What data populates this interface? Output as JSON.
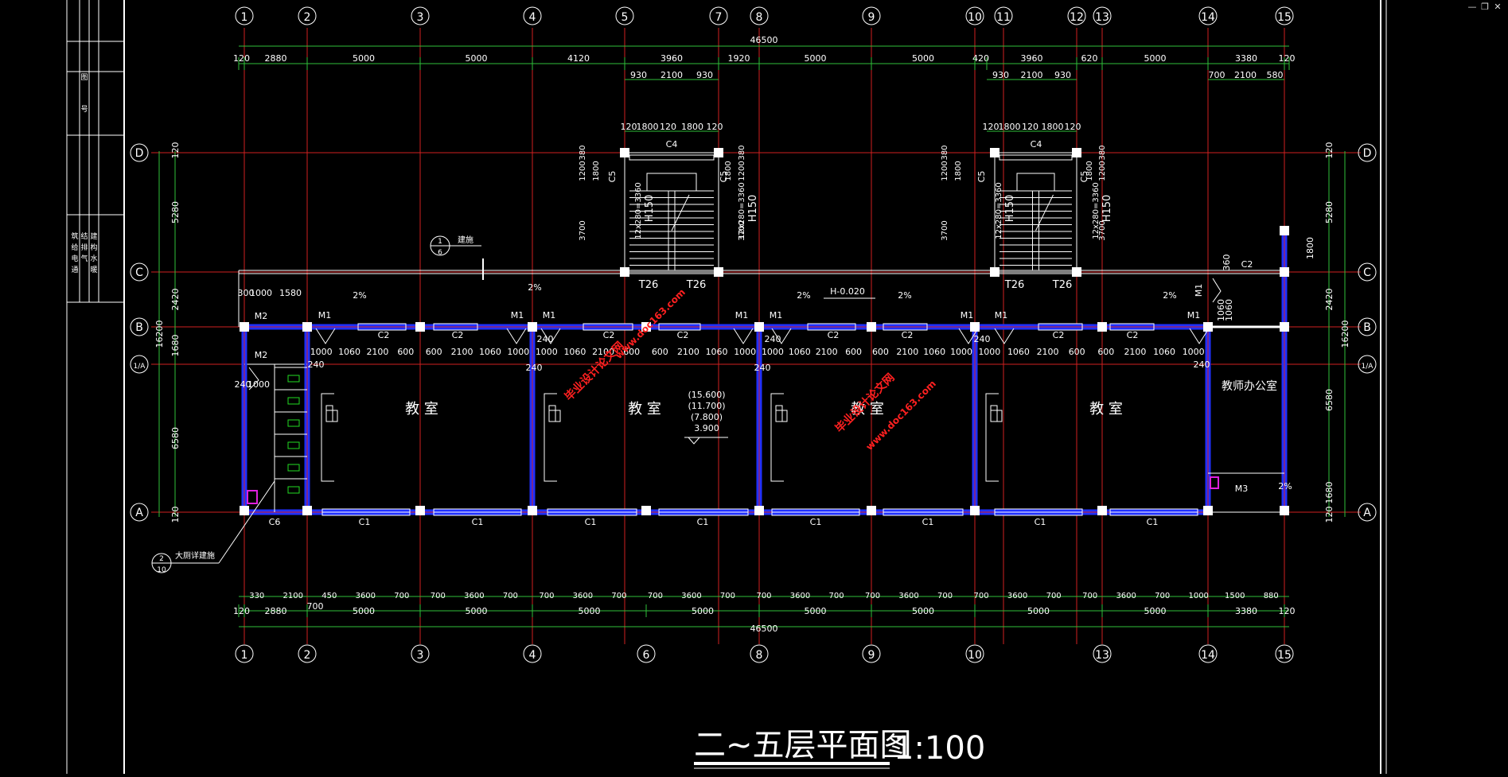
{
  "window": {
    "min_icon": "minimize-icon",
    "restore_icon": "restore-icon",
    "close_icon": "close-icon",
    "min_glyph": "—",
    "restore_glyph": "❐",
    "close_glyph": "✕"
  },
  "title": {
    "main": "二~五层平面图",
    "scale": "1:100"
  },
  "axes_top": [
    "1",
    "2",
    "3",
    "4",
    "5",
    "7",
    "8",
    "9",
    "10",
    "11",
    "12",
    "13",
    "14",
    "15"
  ],
  "axes_bottom": [
    "1",
    "2",
    "3",
    "4",
    "6",
    "8",
    "9",
    "10",
    "13",
    "14",
    "15"
  ],
  "axes_rows": [
    "D",
    "C",
    "B",
    "1/A",
    "A"
  ],
  "dims": {
    "overall": "46500",
    "top_row1": [
      "120",
      "2880",
      "5000",
      "5000",
      "4120",
      "3960",
      "1920",
      "5000",
      "5000",
      "420",
      "3960",
      "620",
      "5000",
      "3380",
      "120"
    ],
    "top_stair_left": [
      "930",
      "2100",
      "930"
    ],
    "top_stair_right": [
      "930",
      "2100",
      "930"
    ],
    "top_office": [
      "700",
      "2100",
      "580"
    ],
    "stair_widths": [
      "120",
      "1800",
      "120",
      "1800",
      "120"
    ],
    "bottom_row1": [
      "330",
      "2100",
      "450",
      "3600",
      "700",
      "700",
      "3600",
      "700",
      "700",
      "3600",
      "700",
      "700",
      "3600",
      "700",
      "700",
      "3600",
      "700",
      "700",
      "3600",
      "700",
      "700",
      "3600",
      "700",
      "700",
      "3600",
      "700",
      "1000",
      "1500",
      "880"
    ],
    "bottom_row2": [
      "120",
      "2880",
      "5000",
      "5000",
      "5000",
      "5000",
      "5000",
      "5000",
      "5000",
      "5000",
      "3380",
      "120"
    ],
    "bottom_small": "700",
    "left": [
      "120",
      "5280",
      "2420",
      "1680",
      "6580",
      "120"
    ],
    "left_total": "16200",
    "right": [
      "120",
      "5280",
      "2420",
      "6580",
      "1680",
      "120"
    ],
    "right_total": "16200",
    "corridor_row": [
      "1000",
      "1060",
      "2100",
      "600",
      "600",
      "2100",
      "1060",
      "1000"
    ],
    "m2_dims": [
      "300",
      "1000",
      "1580"
    ],
    "wc_dims": [
      "240",
      "1000"
    ],
    "wall_240": "240"
  },
  "labels": {
    "classroom": "教  室",
    "teacher_office": "教师办公室",
    "elevations": [
      "(15.600)",
      "(11.700)",
      "(7.800)",
      "3.900"
    ],
    "h_mark": "H-0.020",
    "slope": "2%",
    "doors": {
      "m1": "M1",
      "m2": "M2",
      "m3": "M3"
    },
    "windows": {
      "c1": "C1",
      "c2": "C2",
      "c4": "C4",
      "c5": "C5",
      "c6": "C6"
    },
    "stair_tread": "12x280=3360",
    "stair_h": "H150",
    "stair_t": "T26",
    "stair_dims": [
      "1200",
      "380",
      "1800",
      "3700"
    ],
    "detail_ref1": "建施",
    "detail_ref1_num": [
      "1",
      "6"
    ],
    "detail_ref2": "大厕详建施",
    "detail_ref2_num": [
      "2",
      "10"
    ],
    "watermark": "毕业设计论文网",
    "watermark_url": "www.doc163.com",
    "office_dims": [
      "360",
      "1800",
      "1060",
      "1060"
    ]
  },
  "title_block": [
    "图",
    "号",
    "建",
    "筑",
    "结",
    "构",
    "给",
    "排",
    "水",
    "电",
    "气",
    "暖",
    "通"
  ]
}
